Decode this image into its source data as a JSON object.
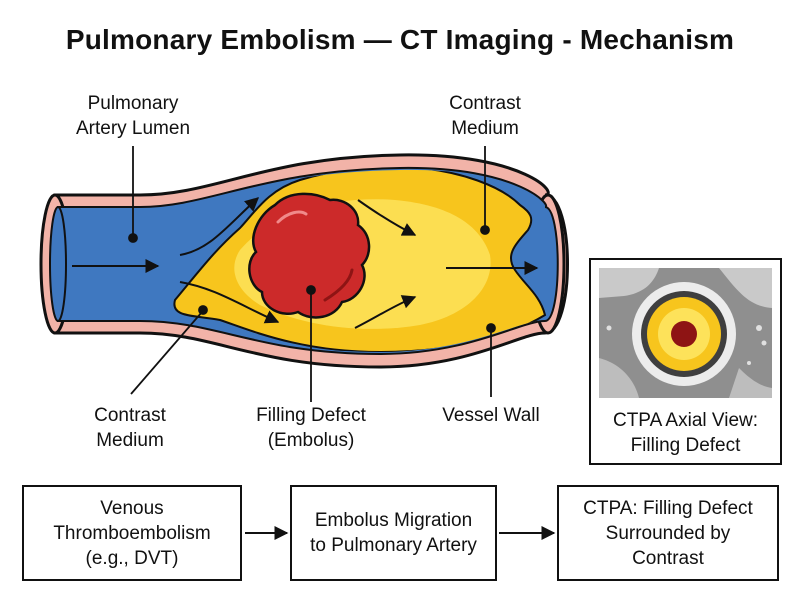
{
  "title": "Pulmonary Embolism — CT Imaging - Mechanism",
  "labels": {
    "artery_lumen": "Pulmonary\nArtery Lumen",
    "contrast_top": "Contrast\nMedium",
    "contrast_bottom": "Contrast\nMedium",
    "filling_defect": "Filling Defect\n(Embolus)",
    "vessel_wall": "Vessel Wall"
  },
  "inset": {
    "caption": "CTPA Axial View:\nFilling Defect"
  },
  "flow": [
    "Venous\nThromboembolism\n(e.g., DVT)",
    "Embolus Migration\nto Pulmonary Artery",
    "CTPA: Filling Defect\nSurrounded by\nContrast"
  ],
  "colors": {
    "blood": "#3f78c0",
    "contrast": "#f7c51d",
    "contrast_light": "#fde25a",
    "embolus": "#cc2a2a",
    "wall": "#f2b3a8"
  }
}
